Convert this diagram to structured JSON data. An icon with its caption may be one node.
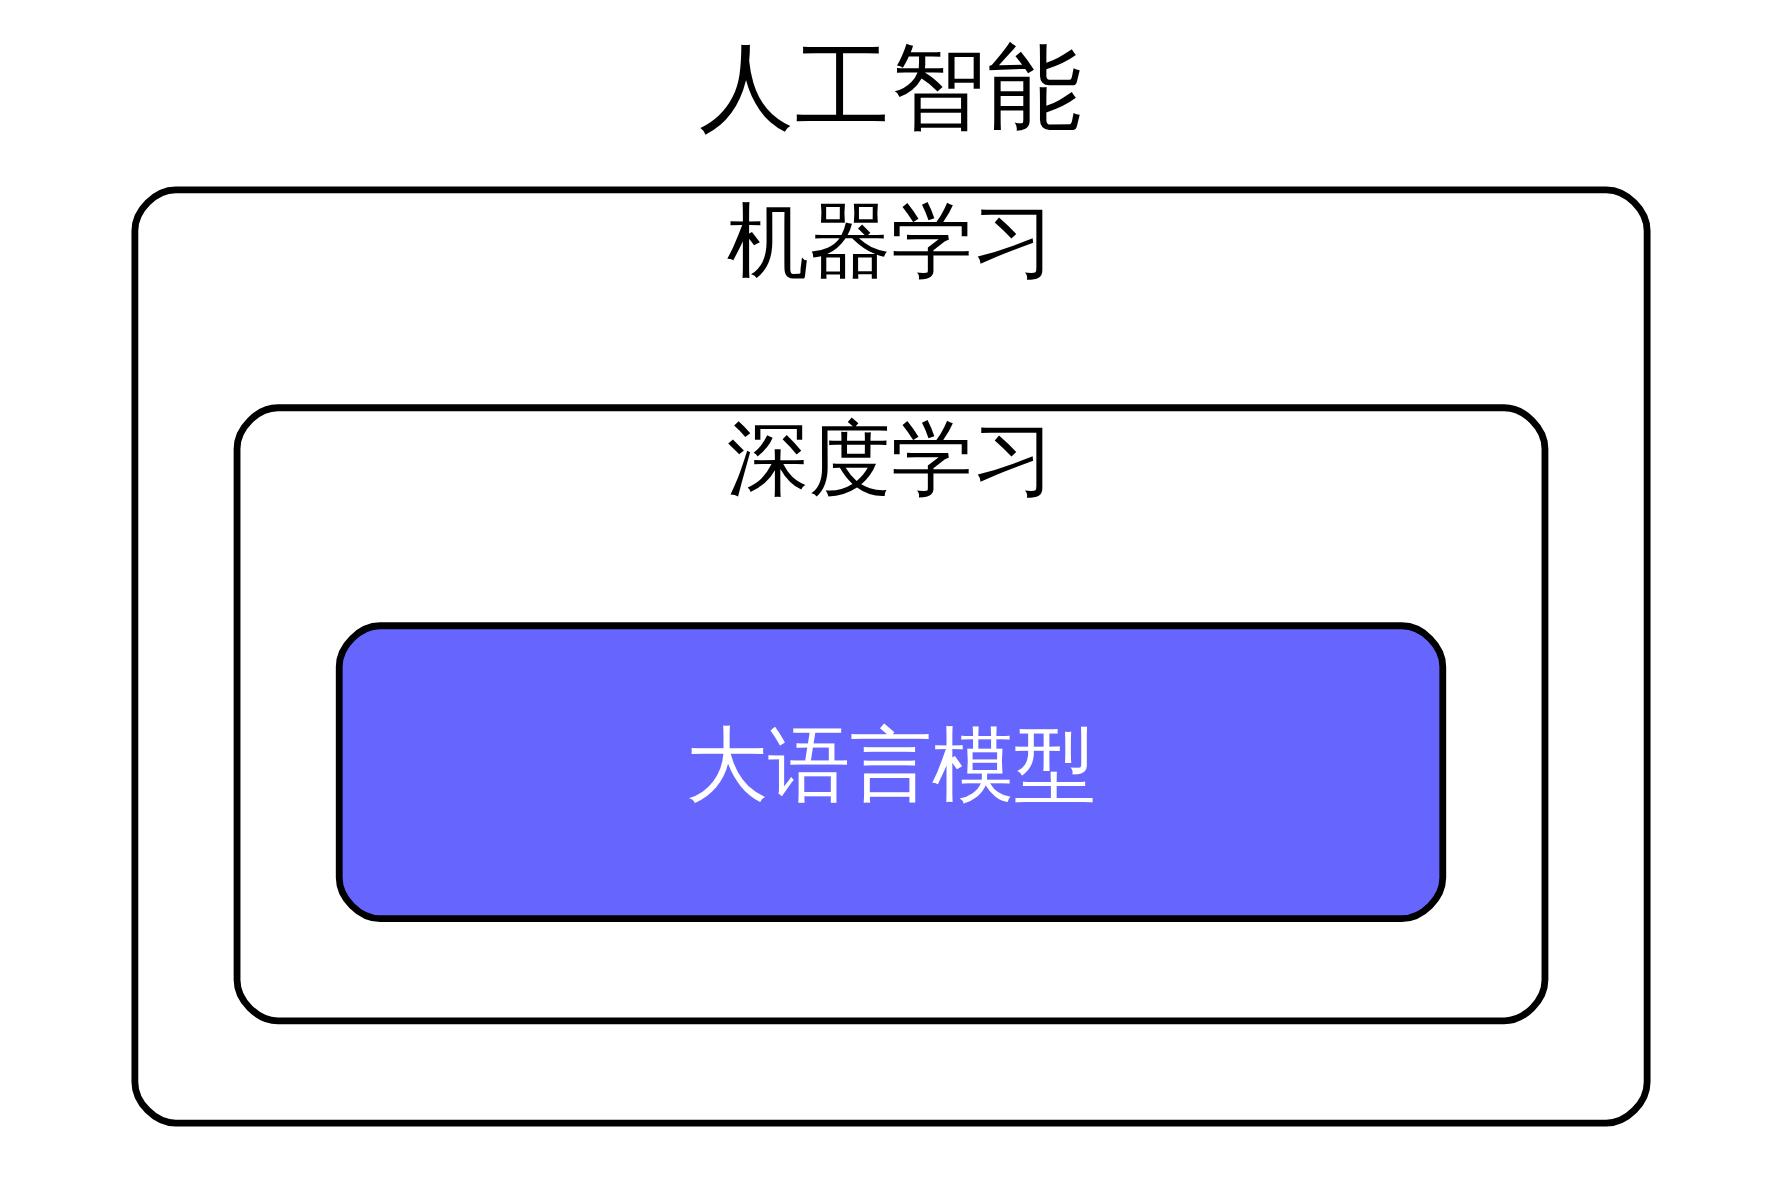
{
  "diagram": {
    "title": "人工智能",
    "nodes": [
      {
        "text": [
          "机器学习"
        ]
      },
      {
        "text": [
          "深度学习"
        ],
        "in": 0
      },
      {
        "text": [
          "大语言模型"
        ],
        "in": 1
      }
    ],
    "edges": []
  }
}
